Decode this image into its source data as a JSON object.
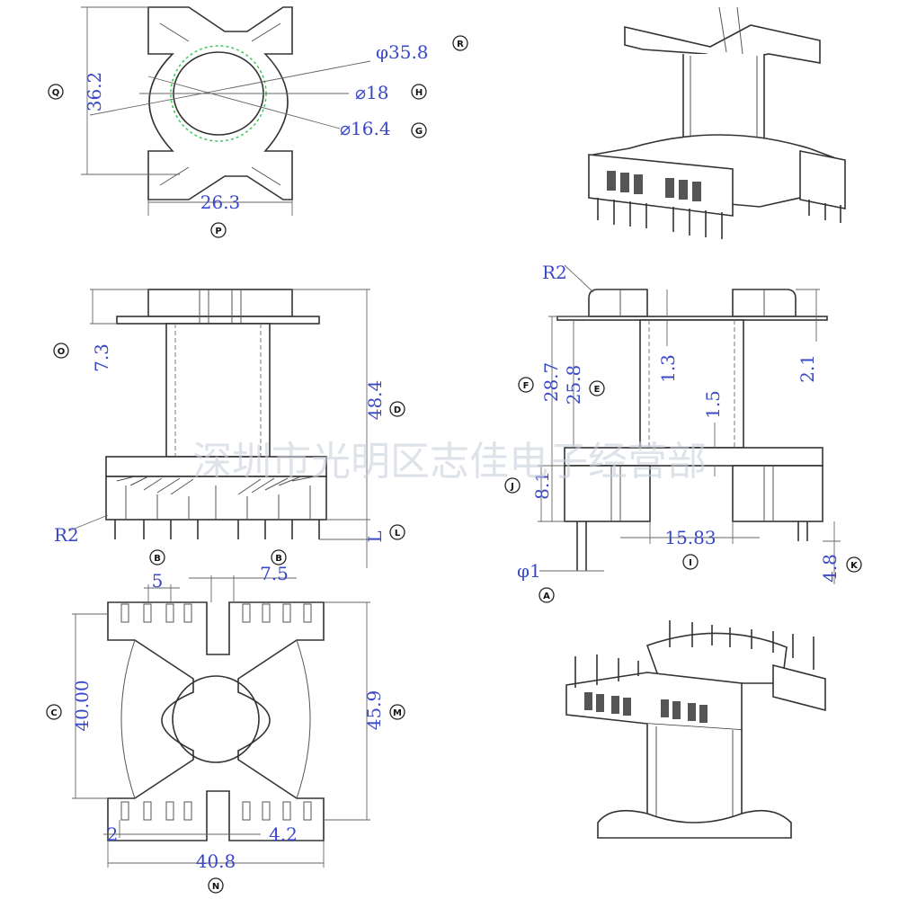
{
  "watermark": "深圳市光明区志佳电子经营部",
  "dimensions": {
    "top_height": "36.2",
    "top_width": "26.3",
    "outer_dia": "φ35.8",
    "mid_dia": "⌀18",
    "inner_dia": "⌀16.4",
    "front_top": "7.3",
    "front_total": "48.4",
    "front_radius": "R2",
    "front_pin_len": "L",
    "side_radius": "R2",
    "side_28_7": "28.7",
    "side_25_8": "25.8",
    "side_1_3": "1.3",
    "side_1_5": "1.5",
    "side_2_1": "2.1",
    "side_8_1": "8.1",
    "side_15_83": "15.83",
    "side_4_8": "4.8",
    "pin_dia": "φ1",
    "bottom_pitch_5": "5",
    "bottom_7_5": "7.5",
    "bottom_40": "40.00",
    "bottom_45_9": "45.9",
    "bottom_2": "2",
    "bottom_4_2": "4.2",
    "bottom_40_8": "40.8"
  },
  "labels": {
    "R": "R",
    "H": "H",
    "G": "G",
    "Q": "Q",
    "P": "P",
    "O": "O",
    "D": "D",
    "L": "L",
    "B1": "B",
    "B2": "B",
    "F": "F",
    "E": "E",
    "J": "J",
    "A": "A",
    "I": "I",
    "K": "K",
    "C": "C",
    "M": "M",
    "N": "N"
  }
}
